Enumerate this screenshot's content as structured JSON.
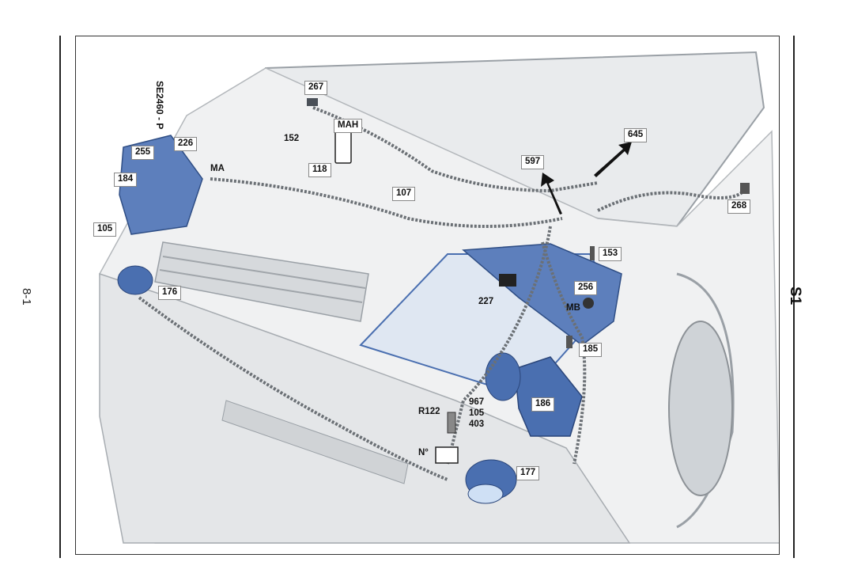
{
  "page_number": "8-1",
  "section": "S1",
  "diagram_reference": "SE2460 - P",
  "labels": {
    "l267": "267",
    "l152": "152",
    "lMAH": "MAH",
    "l118": "118",
    "l255": "255",
    "l226": "226",
    "lMA": "MA",
    "l184": "184",
    "l105a": "105",
    "l107": "107",
    "l597": "597",
    "l645": "645",
    "l268": "268",
    "l153": "153",
    "l176": "176",
    "l227": "227",
    "l256": "256",
    "lMB": "MB",
    "l185": "185",
    "l186": "186",
    "lR122": "R122",
    "l967": "967",
    "l105b": "105",
    "l403": "403",
    "lNo": "N°",
    "l177": "177"
  },
  "colors": {
    "component_blue": "#4a6fb0",
    "body_grey": "#e6e8ea",
    "line": "#555555"
  }
}
